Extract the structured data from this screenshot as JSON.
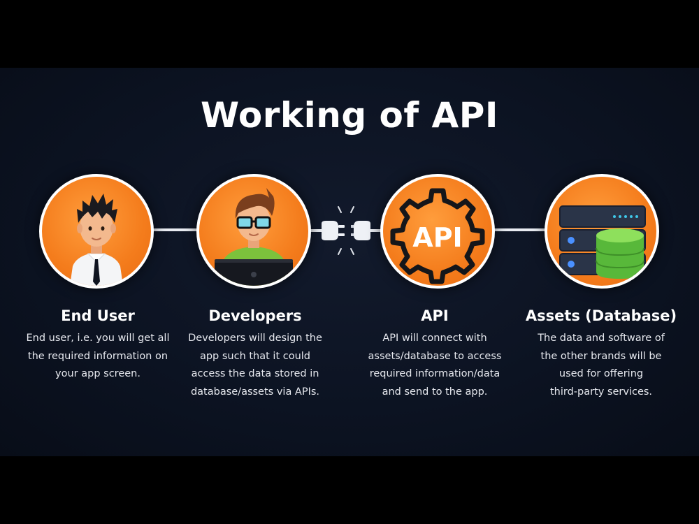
{
  "title": "Working of API",
  "colors": {
    "background": "#0c1322",
    "accent_orange": "#f47c1c",
    "connector": "#e9ecf2",
    "text": "#ffffff"
  },
  "nodes": [
    {
      "icon": "end-user-icon",
      "title": "End User",
      "description": "End user, i.e. you will get all\nthe required information on\nyour app screen."
    },
    {
      "icon": "developer-icon",
      "title": "Developers",
      "description": "Developers will design the\napp such that it could\naccess the data stored in\ndatabase/assets via APIs."
    },
    {
      "icon": "api-gear-icon",
      "icon_label": "API",
      "title": "API",
      "description": "API will connect with\nassets/database to access\nrequired information/data\nand send to the app."
    },
    {
      "icon": "database-server-icon",
      "title": "Assets (Database)",
      "description": "The data and software of\nthe other brands will be\nused for offering\nthird-party services."
    }
  ],
  "plug_icon": "plug-connection-icon"
}
